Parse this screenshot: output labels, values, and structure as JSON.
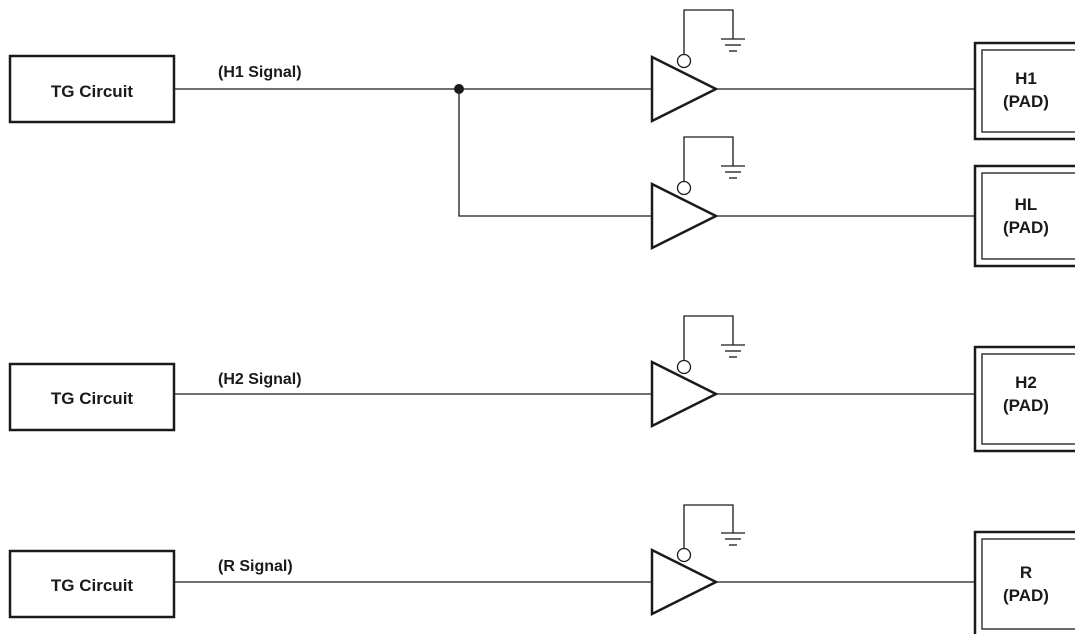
{
  "diagram": {
    "circuit_label": "TG Circuit",
    "signals": {
      "h1": "(H1 Signal)",
      "h2": "(H2 Signal)",
      "r": "(R Signal)"
    },
    "pads": {
      "h1": {
        "name": "H1",
        "sub": "(PAD)"
      },
      "hl": {
        "name": "HL",
        "sub": "(PAD)"
      },
      "h2": {
        "name": "H2",
        "sub": "(PAD)"
      },
      "r": {
        "name": "R",
        "sub": "(PAD)"
      }
    }
  }
}
